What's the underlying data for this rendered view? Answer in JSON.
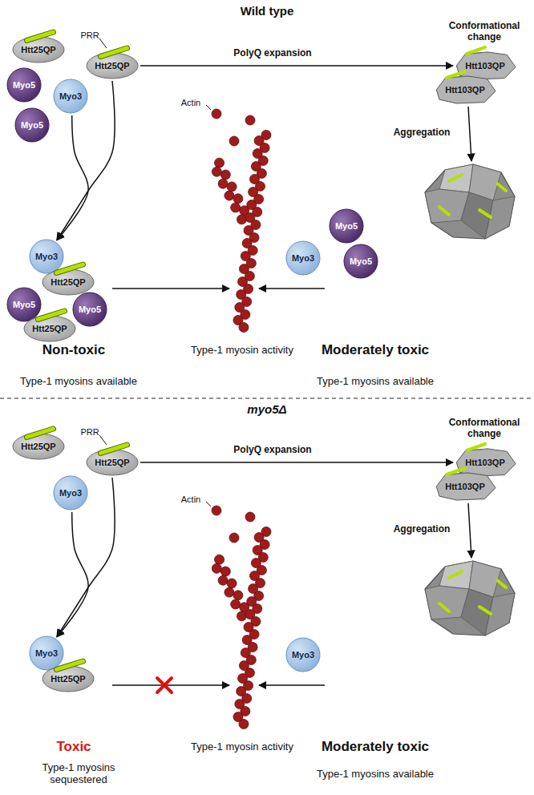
{
  "diagram": {
    "nodes": [
      {
        "text": [
          "Htt25QP"
        ]
      },
      {
        "text": [
          "Htt25QP"
        ]
      },
      {
        "text": [
          "Myo5"
        ]
      },
      {
        "text": [
          "Myo3"
        ]
      },
      {
        "text": [
          "Myo5"
        ]
      },
      {
        "text": [
          "Htt103QP"
        ]
      },
      {
        "text": [
          "Htt103QP"
        ]
      },
      {
        "text": [
          "Myo3"
        ]
      },
      {
        "text": [
          "Htt25QP"
        ]
      },
      {
        "text": [
          "Myo5"
        ]
      },
      {
        "text": [
          "Htt25QP"
        ]
      },
      {
        "text": [
          "Myo5"
        ]
      },
      {
        "text": [
          "Myo5"
        ]
      },
      {
        "text": [
          "Myo3"
        ]
      },
      {
        "text": [
          "Myo5"
        ]
      },
      {
        "text": [
          "Htt25QP"
        ]
      },
      {
        "text": [
          "Htt25QP"
        ]
      },
      {
        "text": [
          "Myo3"
        ]
      },
      {
        "text": [
          "Htt103QP"
        ]
      },
      {
        "text": [
          "Htt103QP"
        ]
      },
      {
        "text": [
          "Myo3"
        ]
      },
      {
        "text": [
          "Htt25QP"
        ]
      },
      {
        "text": [
          "Myo3"
        ]
      }
    ],
    "edges": [
      {
        "from": 1,
        "to": 5,
        "label": "PolyQ expansion",
        "arrow": "to"
      },
      {
        "from": 1,
        "to": 7,
        "arrow": "to"
      },
      {
        "from": 3,
        "to": 7,
        "arrow": "to"
      },
      {
        "from": 16,
        "to": 18,
        "label": "PolyQ expansion",
        "arrow": "to"
      },
      {
        "from": 16,
        "to": 20,
        "arrow": "to"
      },
      {
        "from": 17,
        "to": 20,
        "arrow": "to"
      }
    ],
    "labels": [
      "Wild type",
      "PRR",
      "Conformational change",
      "Aggregation",
      "Actin",
      "Type-1 myosin activity",
      "Non-toxic",
      "Type-1 myosins available",
      "Moderately toxic",
      "Type-1 myosins available",
      "myo5Δ",
      "PRR",
      "Conformational change",
      "Aggregation",
      "Actin",
      "Type-1 myosin activity",
      "Toxic",
      "Type-1 myosins sequestered",
      "Moderately toxic",
      "Type-1 myosins available"
    ]
  }
}
